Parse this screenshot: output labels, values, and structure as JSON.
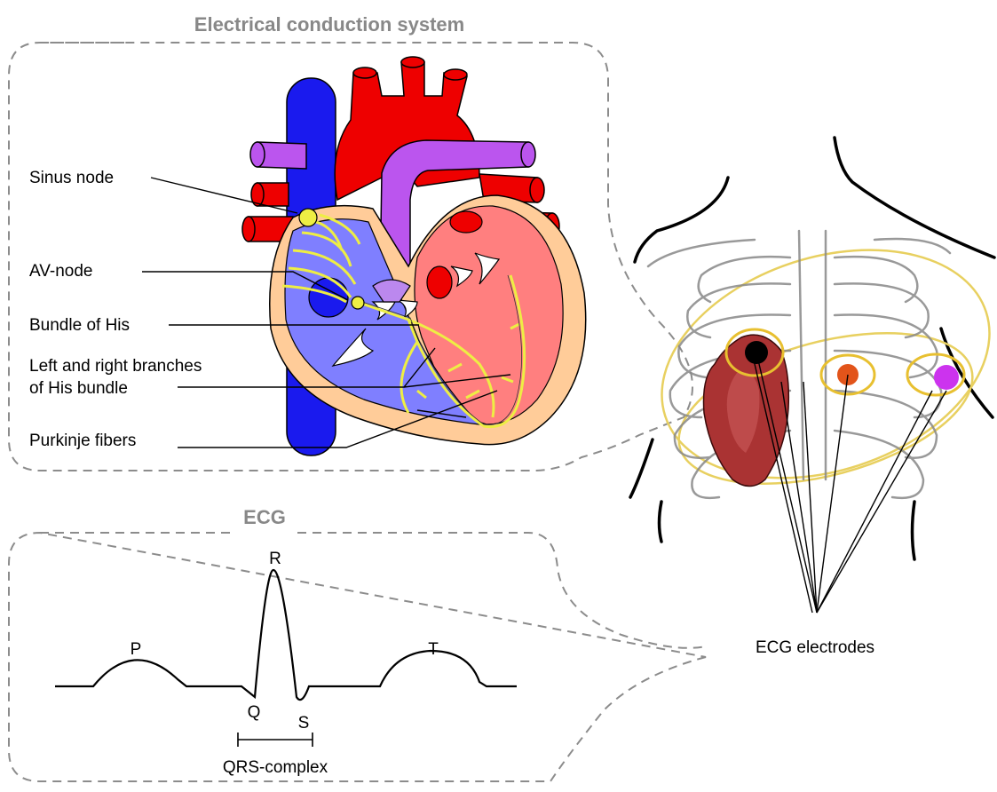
{
  "conduction_panel": {
    "title": "Electrical conduction system",
    "labels": {
      "sinus_node": "Sinus node",
      "av_node": "AV-node",
      "bundle_of_his": "Bundle of His",
      "branches_line1": "Left and right branches",
      "branches_line2": "of His bundle",
      "purkinje": "Purkinje fibers"
    }
  },
  "ecg_panel": {
    "title": "ECG",
    "waves": {
      "p": "P",
      "q": "Q",
      "r": "R",
      "s": "S",
      "t": "T"
    },
    "qrs_label": "QRS-complex"
  },
  "torso": {
    "electrodes_label": "ECG electrodes",
    "electrode_colors": [
      "#000000",
      "#e2541a",
      "#cc33ee"
    ]
  },
  "colors": {
    "aorta": "#ee0000",
    "vena_cava": "#1a1aee",
    "pulmonary": "#bb55ee",
    "right_heart": "#7f7fff",
    "left_heart": "#ff7f7f",
    "myocardium": "#ffcc99",
    "conduction": "#eeee44",
    "heart_3d": "#aa3333"
  }
}
